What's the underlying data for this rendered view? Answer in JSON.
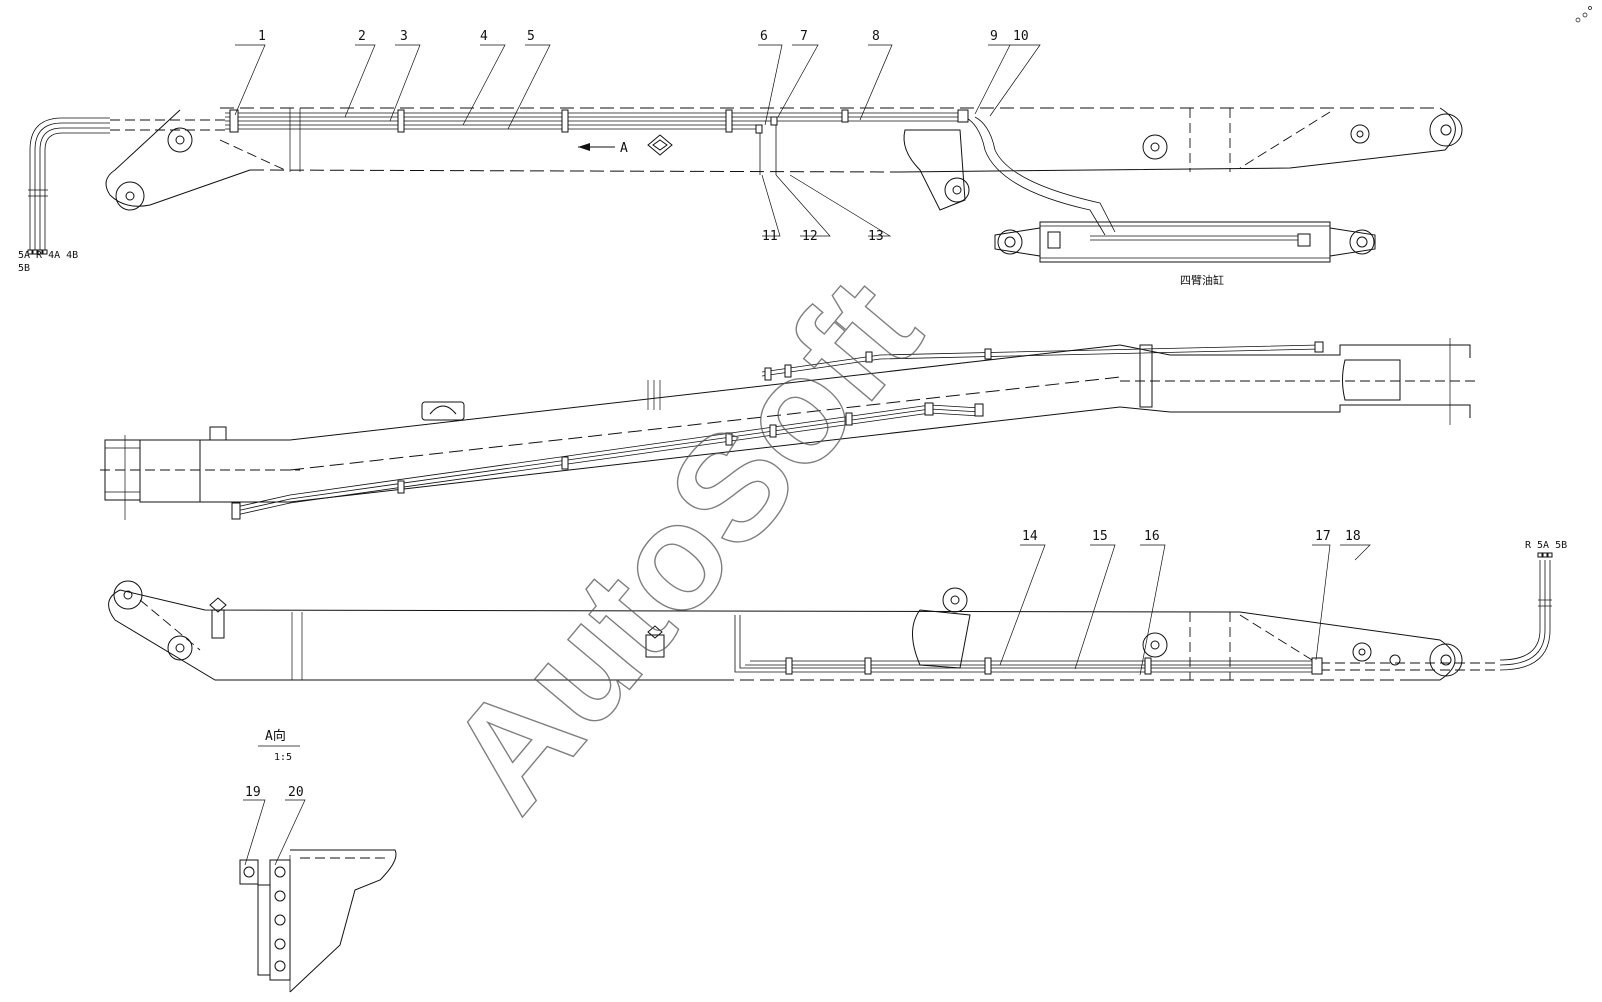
{
  "callouts": {
    "c1": "1",
    "c2": "2",
    "c3": "3",
    "c4": "4",
    "c5": "5",
    "c6": "6",
    "c7": "7",
    "c8": "8",
    "c9": "9",
    "c10": "10",
    "c11": "11",
    "c12": "12",
    "c13": "13",
    "c14": "14",
    "c15": "15",
    "c16": "16",
    "c17": "17",
    "c18": "18",
    "c19": "19",
    "c20": "20"
  },
  "labels": {
    "arrow_a": "A",
    "ports_top_line1": "5A R 4A 4B",
    "ports_top_line2": "5B",
    "ports_bottom": "R 5A 5B",
    "cylinder_caption": "四臂油缸",
    "view_title": "A向",
    "view_scale": "1:5"
  },
  "watermark": "AutoSoft"
}
